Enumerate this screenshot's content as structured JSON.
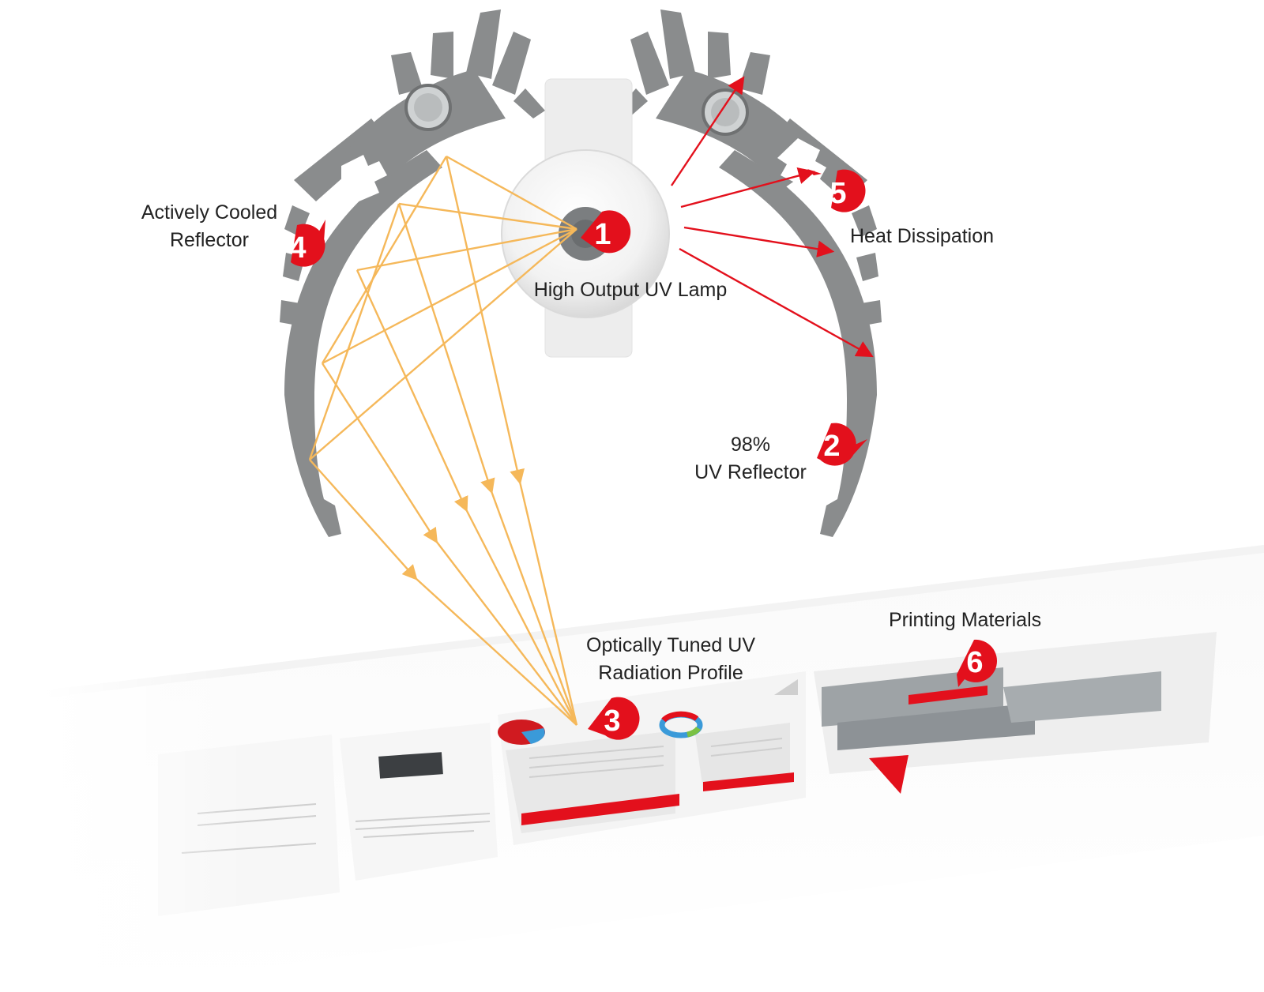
{
  "labels": {
    "lamp": "High Output UV Lamp",
    "reflector": [
      "98%",
      "UV Reflector"
    ],
    "profile": [
      "Optically Tuned UV",
      "Radiation Profile"
    ],
    "cooled": [
      "Actively Cooled",
      "Reflector"
    ],
    "heat": "Heat Dissipation",
    "printing": "Printing Materials"
  },
  "badges": [
    "1",
    "2",
    "3",
    "4",
    "5",
    "6"
  ],
  "colors": {
    "badge": "#e3101c",
    "reflector_body": "#8a8c8d",
    "uv_rays": "#f5b85a",
    "heat_arrows": "#e3101c",
    "label_text": "#222222"
  }
}
